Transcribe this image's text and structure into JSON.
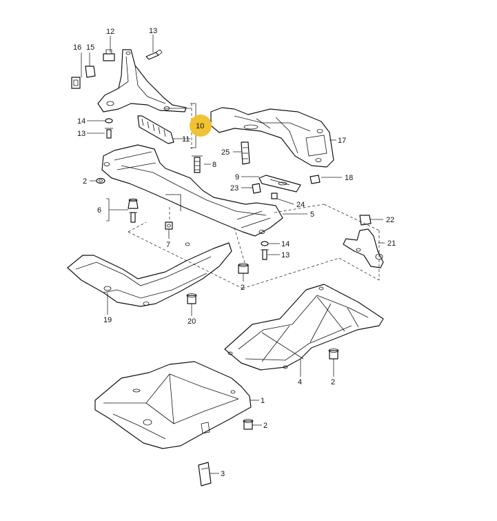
{
  "callouts": [
    {
      "id": "c1",
      "text": "1"
    },
    {
      "id": "c2a",
      "text": "2"
    },
    {
      "id": "c2b",
      "text": "2"
    },
    {
      "id": "c2c",
      "text": "2"
    },
    {
      "id": "c3",
      "text": "3"
    },
    {
      "id": "c4",
      "text": "4"
    },
    {
      "id": "c5",
      "text": "5"
    },
    {
      "id": "c6",
      "text": "6"
    },
    {
      "id": "c7",
      "text": "7"
    },
    {
      "id": "c8",
      "text": "8"
    },
    {
      "id": "c9",
      "text": "9"
    },
    {
      "id": "c10",
      "text": "10",
      "highlighted": true
    },
    {
      "id": "c11",
      "text": "11"
    },
    {
      "id": "c12",
      "text": "12"
    },
    {
      "id": "c13a",
      "text": "13"
    },
    {
      "id": "c13b",
      "text": "13"
    },
    {
      "id": "c13c",
      "text": "13"
    },
    {
      "id": "c14a",
      "text": "14"
    },
    {
      "id": "c14b",
      "text": "14"
    },
    {
      "id": "c15",
      "text": "15"
    },
    {
      "id": "c16",
      "text": "16"
    },
    {
      "id": "c17",
      "text": "17"
    },
    {
      "id": "c18",
      "text": "18"
    },
    {
      "id": "c19",
      "text": "19"
    },
    {
      "id": "c20",
      "text": "20"
    },
    {
      "id": "c21",
      "text": "21"
    },
    {
      "id": "c22",
      "text": "22"
    },
    {
      "id": "c23",
      "text": "23"
    },
    {
      "id": "c24",
      "text": "24"
    },
    {
      "id": "c25",
      "text": "25"
    }
  ],
  "colors": {
    "highlight": "#f1c232",
    "line": "#111111",
    "background": "#ffffff"
  }
}
